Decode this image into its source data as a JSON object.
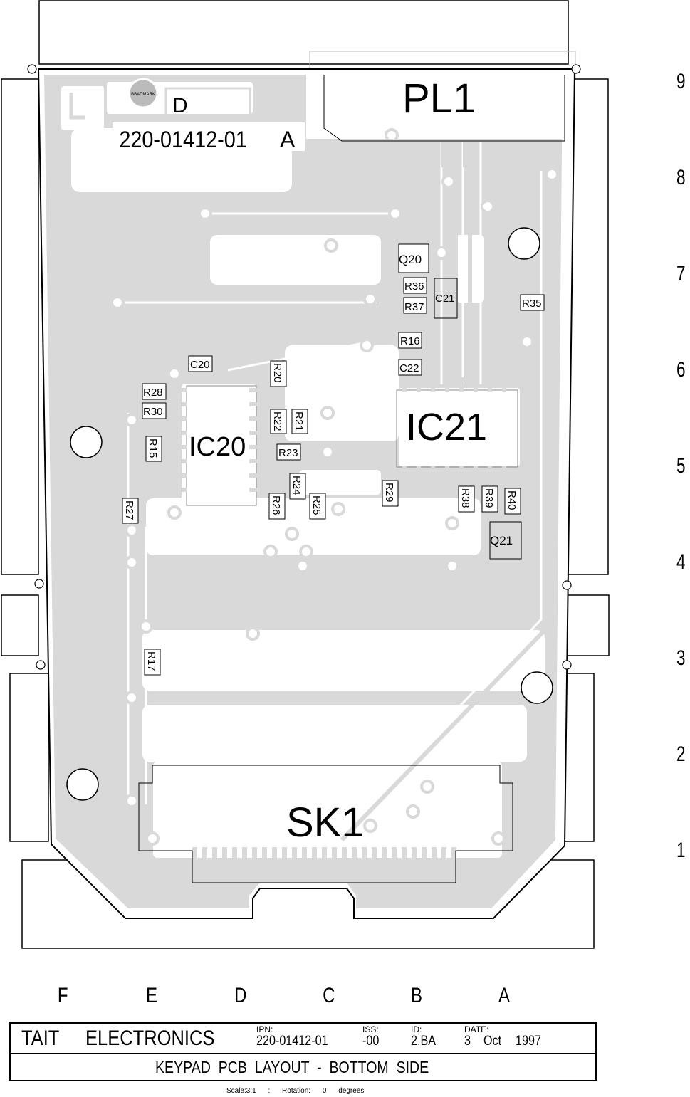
{
  "board": {
    "title": "KEYPAD PCB LAYOUT - BOTTOM SIDE",
    "part_number_silk": "220-01412-01",
    "revision_silk": "A",
    "badmark_label": "BBADMARK",
    "silk_letter_d": "D"
  },
  "designators": {
    "pl1": "PL1",
    "sk1": "SK1",
    "ic20": "IC20",
    "ic21": "IC21",
    "q20": "Q20",
    "q21": "Q21",
    "c20": "C20",
    "c21": "C21",
    "c22": "C22",
    "r15": "R15",
    "r16": "R16",
    "r17": "R17",
    "r20": "R20",
    "r21": "R21",
    "r22": "R22",
    "r23": "R23",
    "r24": "R24",
    "r25": "R25",
    "r26": "R26",
    "r27": "R27",
    "r28": "R28",
    "r29": "R29",
    "r30": "R30",
    "r35": "R35",
    "r36": "R36",
    "r37": "R37",
    "r38": "R38",
    "r39": "R39",
    "r40": "R40"
  },
  "grid": {
    "rows": [
      "9",
      "8",
      "7",
      "6",
      "5",
      "4",
      "3",
      "2",
      "1"
    ],
    "columns": [
      "F",
      "E",
      "D",
      "C",
      "B",
      "A"
    ]
  },
  "title_block": {
    "company_1": "TAIT",
    "company_2": "ELECTRONICS",
    "ipn_label": "IPN:",
    "ipn_value": "220-01412-01",
    "iss_label": "ISS:",
    "iss_value": "-00",
    "id_label": "ID:",
    "id_value": "2.BA",
    "date_label": "DATE:",
    "date_day": "3",
    "date_month": "Oct",
    "date_year": "1997",
    "subtitle": "KEYPAD  PCB  LAYOUT  -  BOTTOM  SIDE",
    "scale": "Scale:3:1",
    "separator": ";",
    "rotation_label": "Rotation:",
    "rotation_value": "0",
    "rotation_unit": "degrees"
  }
}
